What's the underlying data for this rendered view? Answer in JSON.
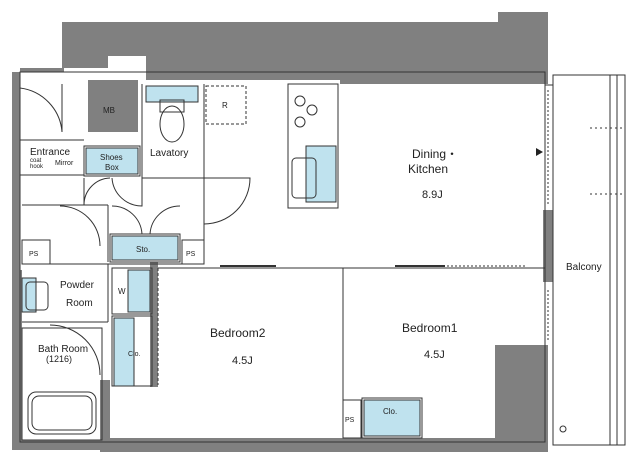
{
  "colors": {
    "wall": "#808080",
    "line": "#333333",
    "storage": "#bfe2ee",
    "floor": "#ffffff"
  },
  "rooms": {
    "entrance": "Entrance",
    "coat_hook_1": "coat",
    "coat_hook_2": "hook",
    "mirror": "Mirror",
    "mb": "MB",
    "shoes_box_1": "Shoes",
    "shoes_box_2": "Box",
    "lavatory": "Lavatory",
    "refrigerator": "R",
    "dining_1": "Dining・",
    "dining_2": "Kitchen",
    "dining_size": "8.9J",
    "sto": "Sto.",
    "ps_left": "PS",
    "ps_center": "PS",
    "ps_bottom": "PS",
    "powder_1": "Powder",
    "powder_2": "Room",
    "washer": "W",
    "bath_1": "Bath Room",
    "bath_2": "(1216)",
    "closet_left": "Clo.",
    "bedroom2": "Bedroom2",
    "bedroom2_size": "4.5J",
    "bedroom1": "Bedroom1",
    "bedroom1_size": "4.5J",
    "closet_bottom": "Clo.",
    "balcony": "Balcony"
  }
}
